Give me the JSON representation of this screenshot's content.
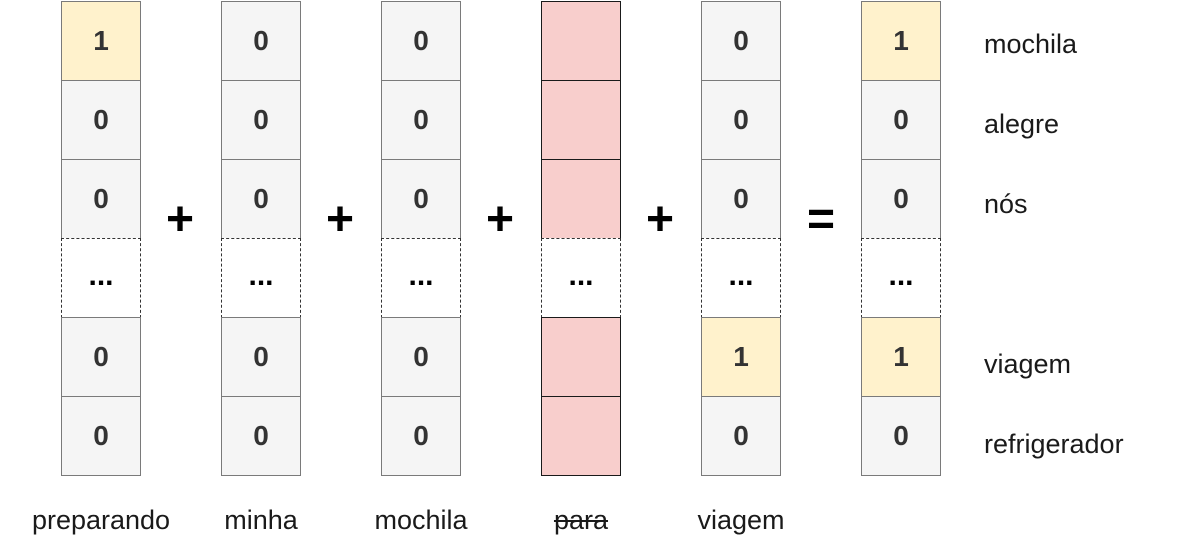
{
  "columns": [
    {
      "word": "preparando",
      "struck": false,
      "cells": [
        {
          "text": "1",
          "kind": "hot"
        },
        {
          "text": "0",
          "kind": "plain"
        },
        {
          "text": "0",
          "kind": "plain"
        },
        {
          "text": "...",
          "kind": "dots"
        },
        {
          "text": "0",
          "kind": "plain"
        },
        {
          "text": "0",
          "kind": "plain"
        }
      ]
    },
    {
      "word": "minha",
      "struck": false,
      "cells": [
        {
          "text": "0",
          "kind": "plain"
        },
        {
          "text": "0",
          "kind": "plain"
        },
        {
          "text": "0",
          "kind": "plain"
        },
        {
          "text": "...",
          "kind": "dots"
        },
        {
          "text": "0",
          "kind": "plain"
        },
        {
          "text": "0",
          "kind": "plain"
        }
      ]
    },
    {
      "word": "mochila",
      "struck": false,
      "cells": [
        {
          "text": "0",
          "kind": "plain"
        },
        {
          "text": "0",
          "kind": "plain"
        },
        {
          "text": "0",
          "kind": "plain"
        },
        {
          "text": "...",
          "kind": "dots"
        },
        {
          "text": "0",
          "kind": "plain"
        },
        {
          "text": "0",
          "kind": "plain"
        }
      ]
    },
    {
      "word": "para",
      "struck": true,
      "cells": [
        {
          "text": "",
          "kind": "stop"
        },
        {
          "text": "",
          "kind": "stop"
        },
        {
          "text": "",
          "kind": "stop"
        },
        {
          "text": "...",
          "kind": "dots"
        },
        {
          "text": "",
          "kind": "stop"
        },
        {
          "text": "",
          "kind": "stop"
        }
      ]
    },
    {
      "word": "viagem",
      "struck": false,
      "cells": [
        {
          "text": "0",
          "kind": "plain"
        },
        {
          "text": "0",
          "kind": "plain"
        },
        {
          "text": "0",
          "kind": "plain"
        },
        {
          "text": "...",
          "kind": "dots"
        },
        {
          "text": "1",
          "kind": "hot"
        },
        {
          "text": "0",
          "kind": "plain"
        }
      ]
    }
  ],
  "result": {
    "cells": [
      {
        "text": "1",
        "kind": "hot"
      },
      {
        "text": "0",
        "kind": "plain"
      },
      {
        "text": "0",
        "kind": "plain"
      },
      {
        "text": "...",
        "kind": "dots"
      },
      {
        "text": "1",
        "kind": "hot"
      },
      {
        "text": "0",
        "kind": "plain"
      }
    ]
  },
  "operators": {
    "plus": "+",
    "equals": "="
  },
  "vocabulary": [
    "mochila",
    "alegre",
    "nós",
    "",
    "viagem",
    "refrigerador"
  ],
  "colors": {
    "hot_fill": "#fff2cc",
    "stop_fill": "#f8cecc",
    "plain_fill": "#f5f5f5"
  }
}
